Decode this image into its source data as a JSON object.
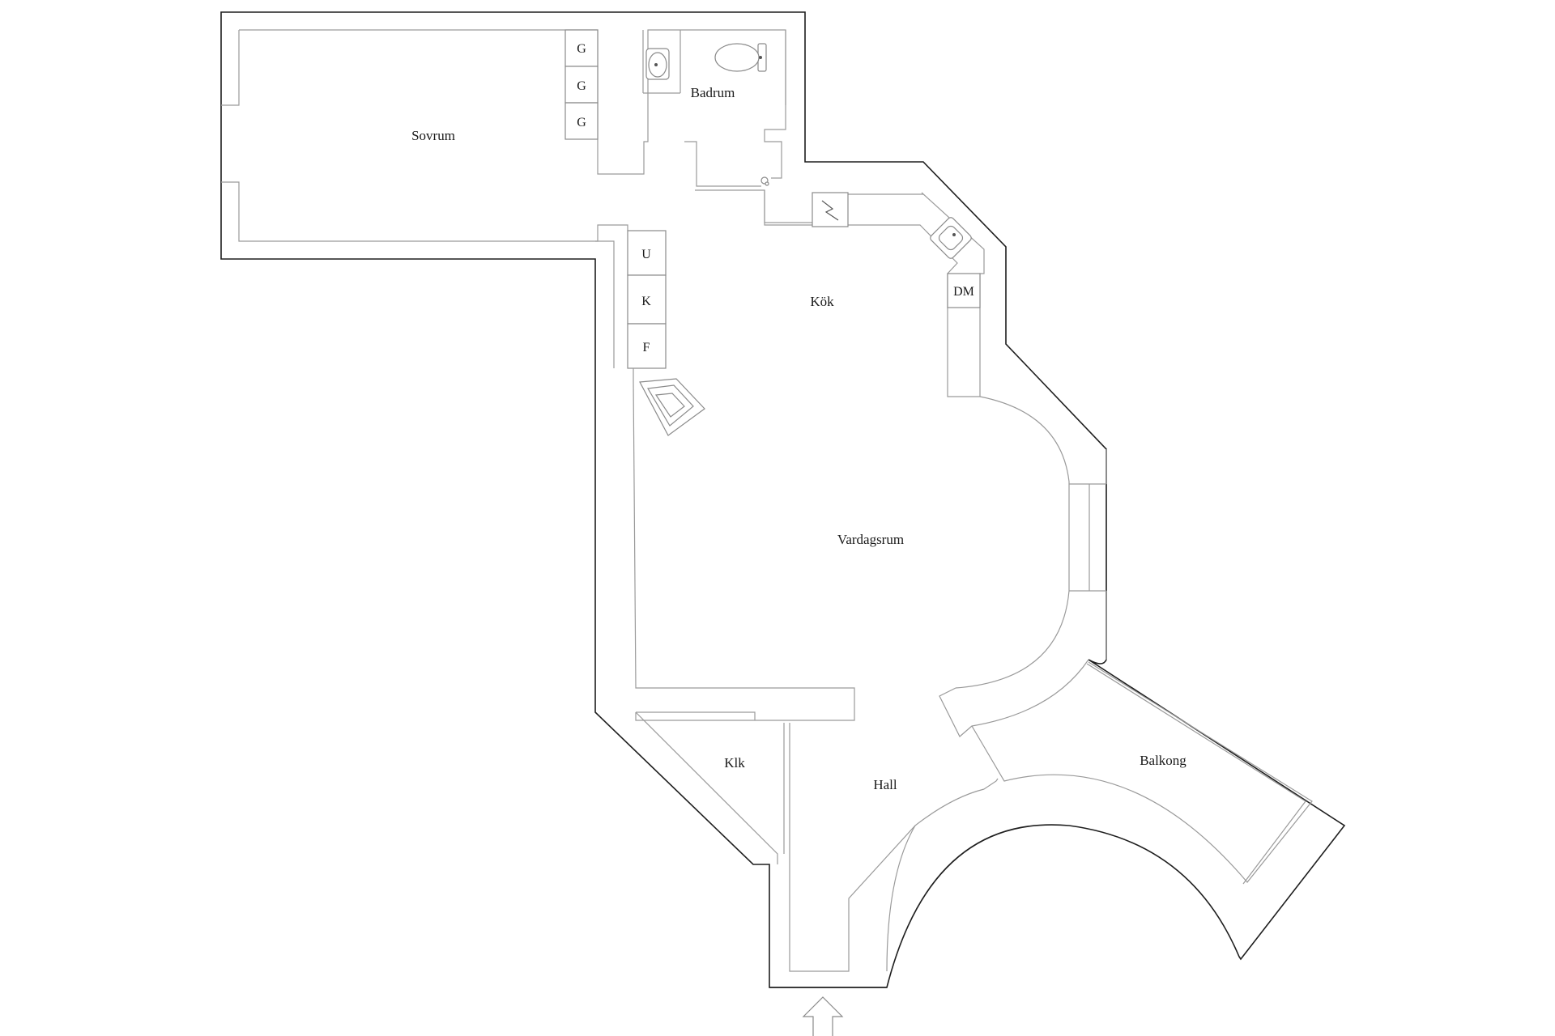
{
  "rooms": {
    "sovrum": "Sovrum",
    "badrum": "Badrum",
    "kok": "Kök",
    "vardagsrum": "Vardagsrum",
    "klk": "Klk",
    "hall": "Hall",
    "balkong": "Balkong"
  },
  "cabinet_marks": {
    "wardrobe": [
      "G",
      "G",
      "G"
    ],
    "kitchen": [
      "U",
      "K",
      "F"
    ],
    "dishwasher": "DM"
  },
  "icons": {
    "entrance": "entrance-arrow-icon",
    "toilet": "toilet-icon",
    "washbasin": "washbasin-icon",
    "kitchen_sink": "kitchen-sink-icon",
    "electrical_panel": "electrical-panel-icon",
    "fireplace": "fireplace-icon"
  }
}
